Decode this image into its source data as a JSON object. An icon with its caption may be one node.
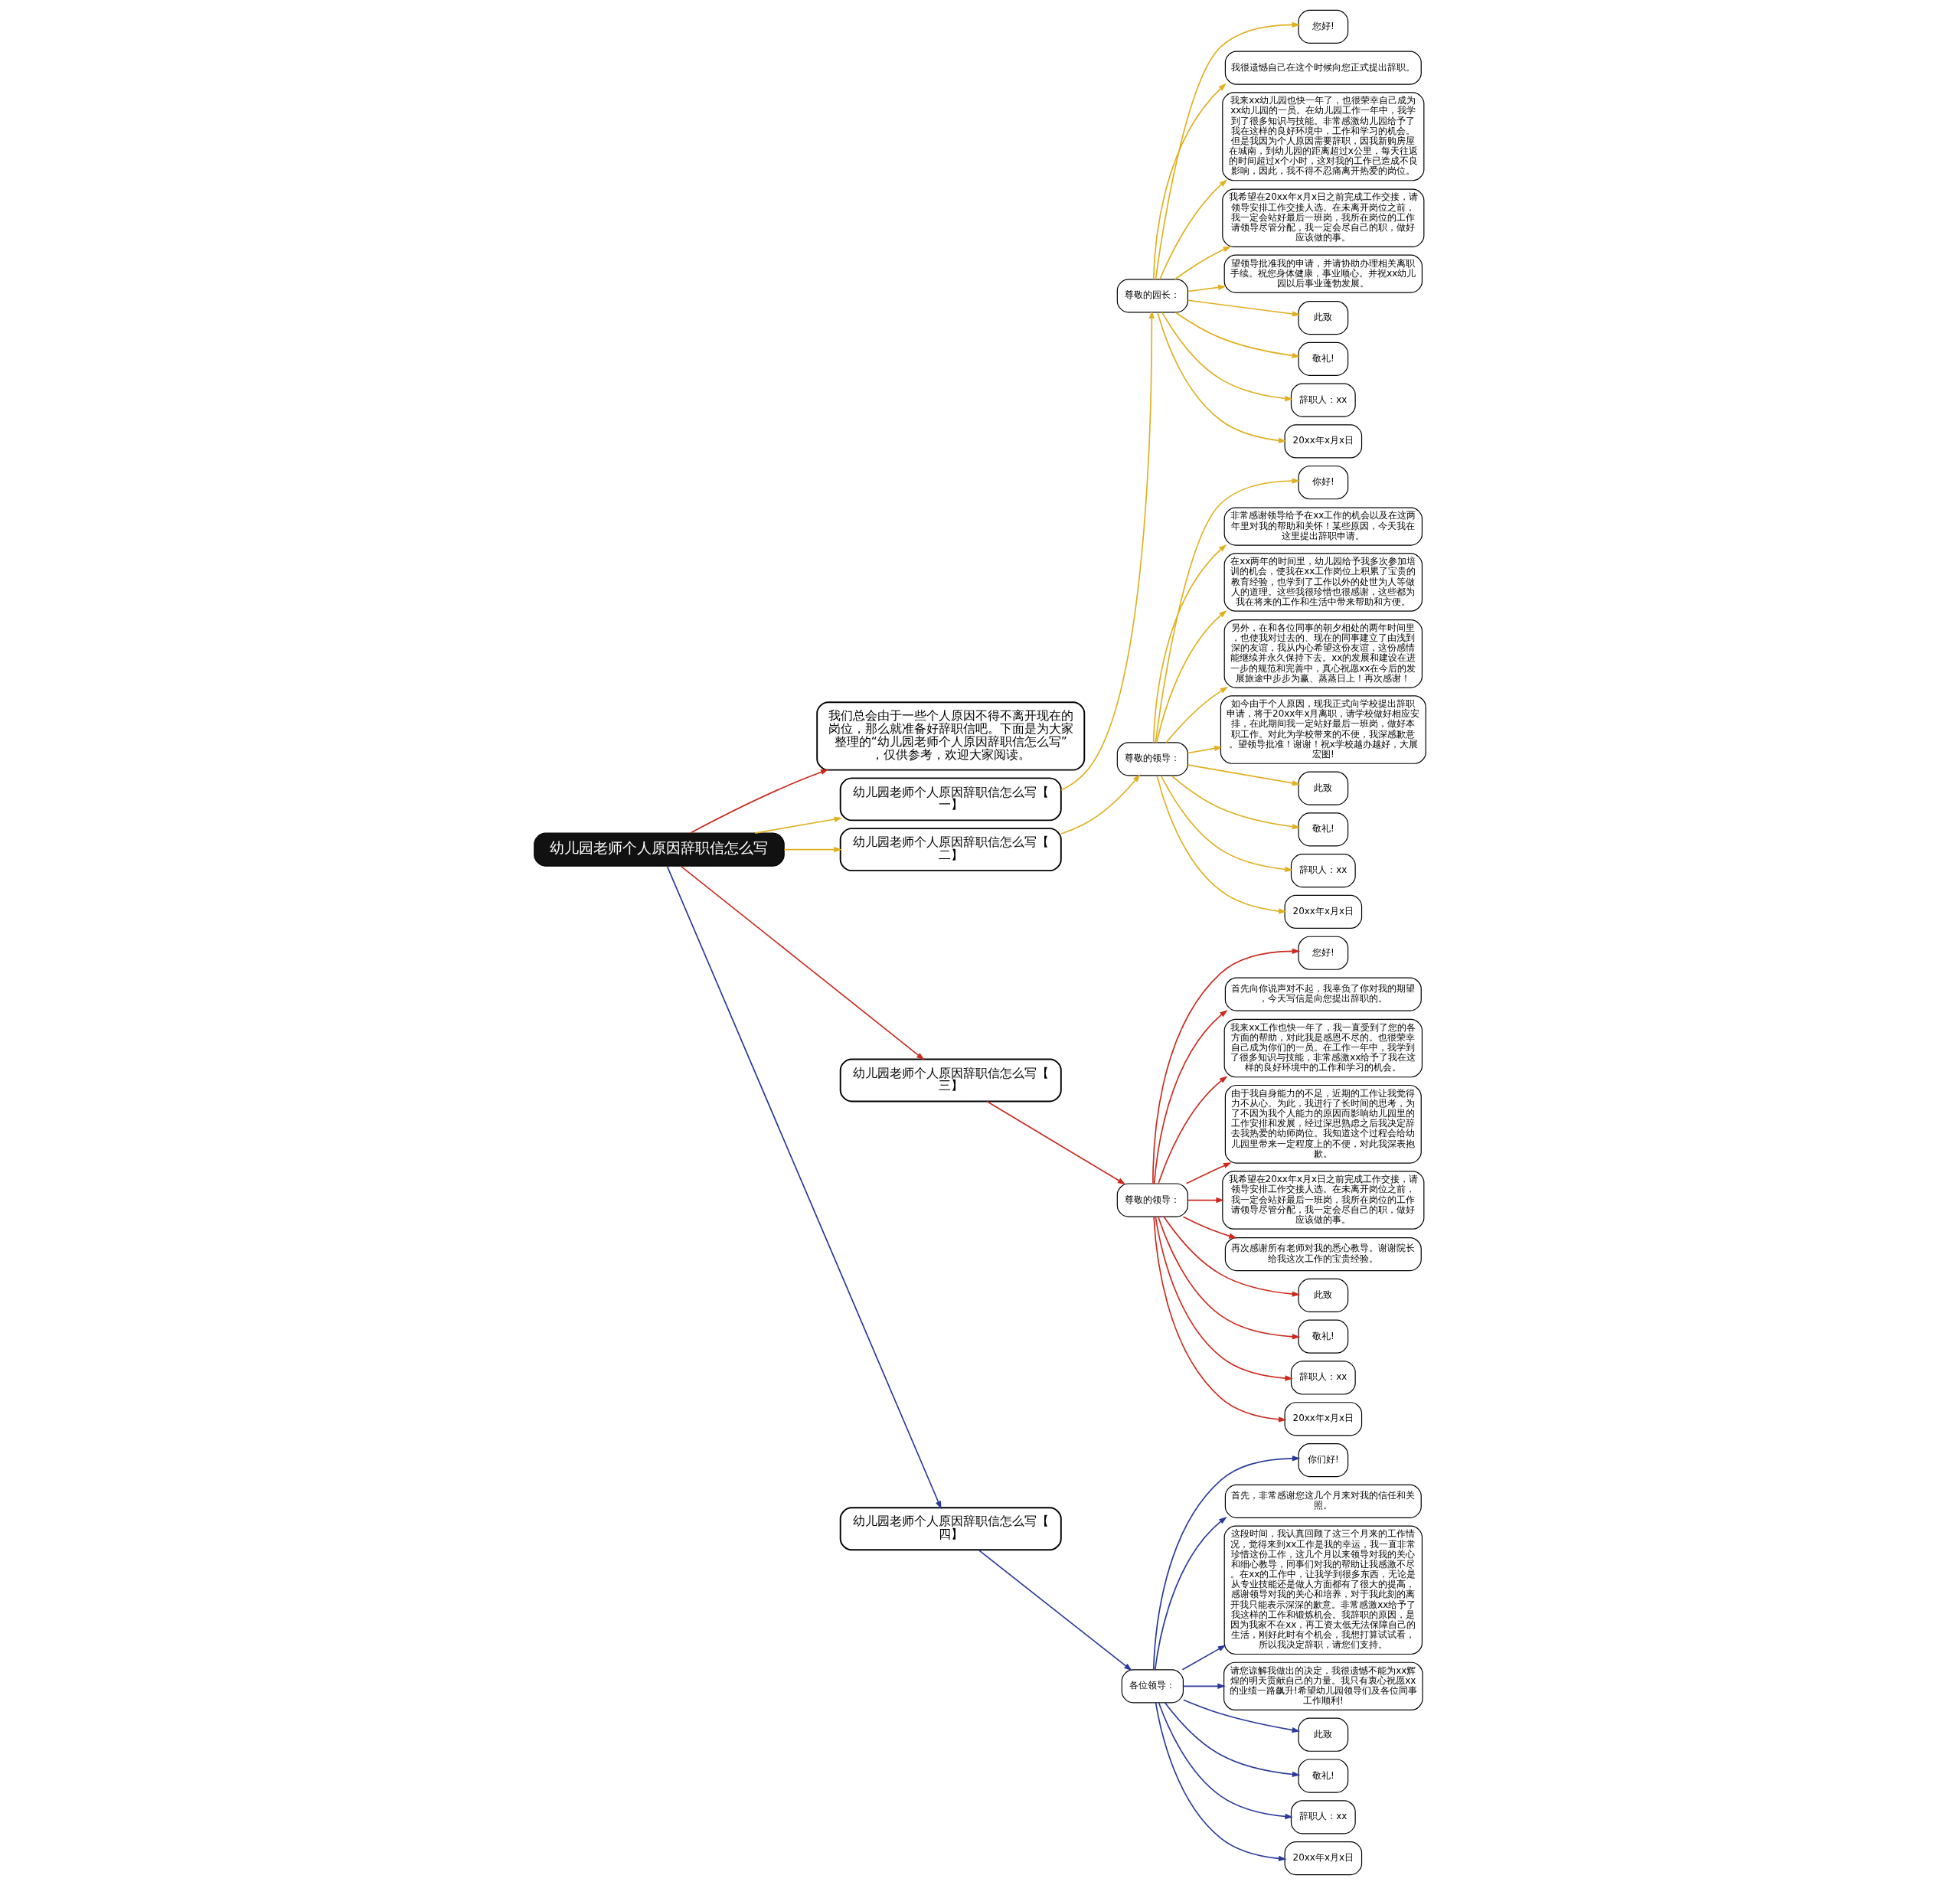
{
  "diagram": {
    "nodes": [
      {
        "text": [
          "幼儿园老师个人原因辞职信怎么写"
        ]
      },
      {
        "text": [
          "我们总会由于一些个人原因不得不离开现在的岗位，那么就准备好辞职信吧。下面是为大家整理的“幼儿园老师个人原因辞职信怎么写”，仅供参考，欢迎大家阅读。"
        ]
      },
      {
        "text": [
          "幼儿园老师个人原因辞职信怎么写【一】"
        ]
      },
      {
        "text": [
          "尊敬的园长："
        ]
      },
      {
        "text": [
          "您好!"
        ]
      },
      {
        "text": [
          "我很遗憾自己在这个时候向您正式提出辞职。"
        ]
      },
      {
        "text": [
          "我来xx幼儿园也快一年了，也很荣幸自己成为xx幼儿园的一员。在幼儿园工作一年中，我学到了很多知识与技能。非常感激幼儿园给予了我在这样的良好环境中，工作和学习的机会。但是我因为个人原因需要辞职，因我新购房屋在城南，到幼儿园的距离超过x公里，每天往返的时间超过x个小时，这对我的工作已造成不良影响，因此，我不得不忍痛离开热爱的岗位。"
        ]
      },
      {
        "text": [
          "我希望在20xx年x月x日之前完成工作交接，请领导安排工作交接人选。在未离开岗位之前，我一定会站好最后一班岗，我所在岗位的工作请领导尽管分配，我一定会尽自己的职，做好应该做的事。"
        ]
      },
      {
        "text": [
          "望领导批准我的申请，并请协助办理相关离职手续。祝您身体健康，事业顺心。并祝xx幼儿园以后事业蓬勃发展。"
        ]
      },
      {
        "text": [
          "此致"
        ]
      },
      {
        "text": [
          "敬礼!"
        ]
      },
      {
        "text": [
          "辞职人：xx"
        ]
      },
      {
        "text": [
          "20xx年x月x日"
        ]
      },
      {
        "text": [
          "幼儿园老师个人原因辞职信怎么写【二】"
        ]
      },
      {
        "text": [
          "尊敬的领导："
        ]
      },
      {
        "text": [
          "你好!"
        ]
      },
      {
        "text": [
          "非常感谢领导给予在xx工作的机会以及在这两年里对我的帮助和关怀！某些原因，今天我在这里提出辞职申请。"
        ]
      },
      {
        "text": [
          "在xx两年的时间里，幼儿园给予我多次参加培训的机会，使我在xx工作岗位上积累了宝贵的教育经验，也学到了工作以外的处世为人等做人的道理。这些我很珍惜也很感谢，这些都为我在将来的工作和生活中带来帮助和方便。"
        ]
      },
      {
        "text": [
          "另外，在和各位同事的朝夕相处的两年时间里，也使我对过去的、现在的同事建立了由浅到深的友谊，我从内心希望这份友谊，这份感情能继续并永久保持下去。xx的发展和建设在进一步的规范和完善中，真心祝愿xx在今后的发展旅途中步步为赢、蒸蒸日上！再次感谢！"
        ]
      },
      {
        "text": [
          "如今由于个人原因，现我正式向学校提出辞职申请，将于20xx年x月离职，请学校做好相应安排，在此期间我一定站好最后一班岗，做好本职工作。对此为学校带来的不便，我深感歉意。望领导批准！谢谢！祝x学校越办越好，大展宏图!"
        ]
      },
      {
        "text": [
          "此致"
        ]
      },
      {
        "text": [
          "敬礼!"
        ]
      },
      {
        "text": [
          "辞职人：xx"
        ]
      },
      {
        "text": [
          "20xx年x月x日"
        ]
      },
      {
        "text": [
          "幼儿园老师个人原因辞职信怎么写【三】"
        ]
      },
      {
        "text": [
          "尊敬的领导："
        ]
      },
      {
        "text": [
          "您好!"
        ]
      },
      {
        "text": [
          "首先向你说声对不起，我辜负了你对我的期望，今天写信是向您提出辞职的。"
        ]
      },
      {
        "text": [
          "我来xx工作也快一年了，我一直受到了您的各方面的帮助，对此我是感恩不尽的。也很荣幸自己成为你们的一员。在工作一年中，我学到了很多知识与技能，非常感激xx给予了我在这样的良好环境中的工作和学习的机会。"
        ]
      },
      {
        "text": [
          "由于我自身能力的不足，近期的工作让我觉得力不从心。为此，我进行了长时间的思考，为了不因为我个人能力的原因而影响幼儿园里的工作安排和发展，经过深思熟虑之后我决定辞去我热爱的幼师岗位。我知道这个过程会给幼儿园里带来一定程度上的不便，对此我深表抱歉。"
        ]
      },
      {
        "text": [
          "我希望在20xx年x月x日之前完成工作交接，请领导安排工作交接人选。在未离开岗位之前，我一定会站好最后一班岗，我所在岗位的工作请领导尽管分配，我一定会尽自己的职，做好应该做的事。"
        ]
      },
      {
        "text": [
          "再次感谢所有老师对我的悉心教导。谢谢院长给我这次工作的宝贵经验。"
        ]
      },
      {
        "text": [
          "此致"
        ]
      },
      {
        "text": [
          "敬礼!"
        ]
      },
      {
        "text": [
          "辞职人：xx"
        ]
      },
      {
        "text": [
          "20xx年x月x日"
        ]
      },
      {
        "text": [
          "幼儿园老师个人原因辞职信怎么写【四】"
        ]
      },
      {
        "text": [
          "各位领导："
        ]
      },
      {
        "text": [
          "你们好!"
        ]
      },
      {
        "text": [
          "首先，非常感谢您这几个月来对我的信任和关照。"
        ]
      },
      {
        "text": [
          "这段时间，我认真回顾了这三个月来的工作情况，觉得来到xx工作是我的幸运，我一直非常珍惜这份工作，这几个月以来领导对我的关心和细心教导，同事们对我的帮助让我感激不尽。在xx的工作中，让我学到很多东西，无论是从专业技能还是做人方面都有了很大的提高，感谢领导对我的关心和培养，对于我此刻的离开我只能表示深深的歉意。非常感激xx给予了我这样的工作和锻炼机会。我辞职的原因，是因为我家不在xx，再工资太低无法保障自己的生活，刚好此时有个机会，我想打算试试看，所以我决定辞职，请您们支持。"
        ]
      },
      {
        "text": [
          "请您谅解我做出的决定，我很遗憾不能为xx辉煌的明天贡献自己的力量。我只有衷心祝愿xx的业绩一路飙升!希望幼儿园领导们及各位同事工作顺利!"
        ]
      },
      {
        "text": [
          "此致"
        ]
      },
      {
        "text": [
          "敬礼!"
        ]
      },
      {
        "text": [
          "辞职人：xx"
        ]
      },
      {
        "text": [
          "20xx年x月x日"
        ]
      }
    ],
    "edges": [
      {
        "from": 0,
        "to": 1,
        "arrow": "to",
        "color": "#cc2a1e"
      },
      {
        "from": 0,
        "to": 2,
        "arrow": "to",
        "color": "#e0b020"
      },
      {
        "from": 2,
        "to": 3,
        "arrow": "to",
        "color": "#e0b020"
      },
      {
        "from": 3,
        "to": 4,
        "arrow": "to",
        "color": "#e0b020"
      },
      {
        "from": 3,
        "to": 5,
        "arrow": "to",
        "color": "#e0b020"
      },
      {
        "from": 3,
        "to": 6,
        "arrow": "to",
        "color": "#e0b020"
      },
      {
        "from": 3,
        "to": 7,
        "arrow": "to",
        "color": "#e0b020"
      },
      {
        "from": 3,
        "to": 8,
        "arrow": "to",
        "color": "#e0b020"
      },
      {
        "from": 3,
        "to": 9,
        "arrow": "to",
        "color": "#e0b020"
      },
      {
        "from": 3,
        "to": 10,
        "arrow": "to",
        "color": "#e0b020"
      },
      {
        "from": 3,
        "to": 11,
        "arrow": "to",
        "color": "#e0b020"
      },
      {
        "from": 3,
        "to": 12,
        "arrow": "to",
        "color": "#e0b020"
      },
      {
        "from": 0,
        "to": 13,
        "arrow": "to",
        "color": "#e0b020"
      },
      {
        "from": 13,
        "to": 14,
        "arrow": "to",
        "color": "#e0b020"
      },
      {
        "from": 14,
        "to": 15,
        "arrow": "to",
        "color": "#e0b020"
      },
      {
        "from": 14,
        "to": 16,
        "arrow": "to",
        "color": "#e0b020"
      },
      {
        "from": 14,
        "to": 17,
        "arrow": "to",
        "color": "#e0b020"
      },
      {
        "from": 14,
        "to": 18,
        "arrow": "to",
        "color": "#e0b020"
      },
      {
        "from": 14,
        "to": 19,
        "arrow": "to",
        "color": "#e0b020"
      },
      {
        "from": 14,
        "to": 20,
        "arrow": "to",
        "color": "#e0b020"
      },
      {
        "from": 14,
        "to": 21,
        "arrow": "to",
        "color": "#e0b020"
      },
      {
        "from": 14,
        "to": 22,
        "arrow": "to",
        "color": "#e0b020"
      },
      {
        "from": 14,
        "to": 23,
        "arrow": "to",
        "color": "#e0b020"
      },
      {
        "from": 0,
        "to": 24,
        "arrow": "to",
        "color": "#cc2a1e"
      },
      {
        "from": 24,
        "to": 25,
        "arrow": "to",
        "color": "#cc2a1e"
      },
      {
        "from": 25,
        "to": 26,
        "arrow": "to",
        "color": "#cc2a1e"
      },
      {
        "from": 25,
        "to": 27,
        "arrow": "to",
        "color": "#cc2a1e"
      },
      {
        "from": 25,
        "to": 28,
        "arrow": "to",
        "color": "#cc2a1e"
      },
      {
        "from": 25,
        "to": 29,
        "arrow": "to",
        "color": "#cc2a1e"
      },
      {
        "from": 25,
        "to": 30,
        "arrow": "to",
        "color": "#cc2a1e"
      },
      {
        "from": 25,
        "to": 31,
        "arrow": "to",
        "color": "#cc2a1e"
      },
      {
        "from": 25,
        "to": 32,
        "arrow": "to",
        "color": "#cc2a1e"
      },
      {
        "from": 25,
        "to": 33,
        "arrow": "to",
        "color": "#cc2a1e"
      },
      {
        "from": 25,
        "to": 34,
        "arrow": "to",
        "color": "#cc2a1e"
      },
      {
        "from": 25,
        "to": 35,
        "arrow": "to",
        "color": "#cc2a1e"
      },
      {
        "from": 0,
        "to": 36,
        "arrow": "to",
        "color": "#2a3a9a"
      },
      {
        "from": 36,
        "to": 37,
        "arrow": "to",
        "color": "#2a3a9a"
      },
      {
        "from": 37,
        "to": 38,
        "arrow": "to",
        "color": "#2a3a9a"
      },
      {
        "from": 37,
        "to": 39,
        "arrow": "to",
        "color": "#2a3a9a"
      },
      {
        "from": 37,
        "to": 40,
        "arrow": "to",
        "color": "#2a3a9a"
      },
      {
        "from": 37,
        "to": 41,
        "arrow": "to",
        "color": "#2a3a9a"
      },
      {
        "from": 37,
        "to": 42,
        "arrow": "to",
        "color": "#2a3a9a"
      },
      {
        "from": 37,
        "to": 43,
        "arrow": "to",
        "color": "#2a3a9a"
      },
      {
        "from": 37,
        "to": 44,
        "arrow": "to",
        "color": "#2a3a9a"
      },
      {
        "from": 37,
        "to": 45,
        "arrow": "to",
        "color": "#2a3a9a"
      }
    ]
  }
}
